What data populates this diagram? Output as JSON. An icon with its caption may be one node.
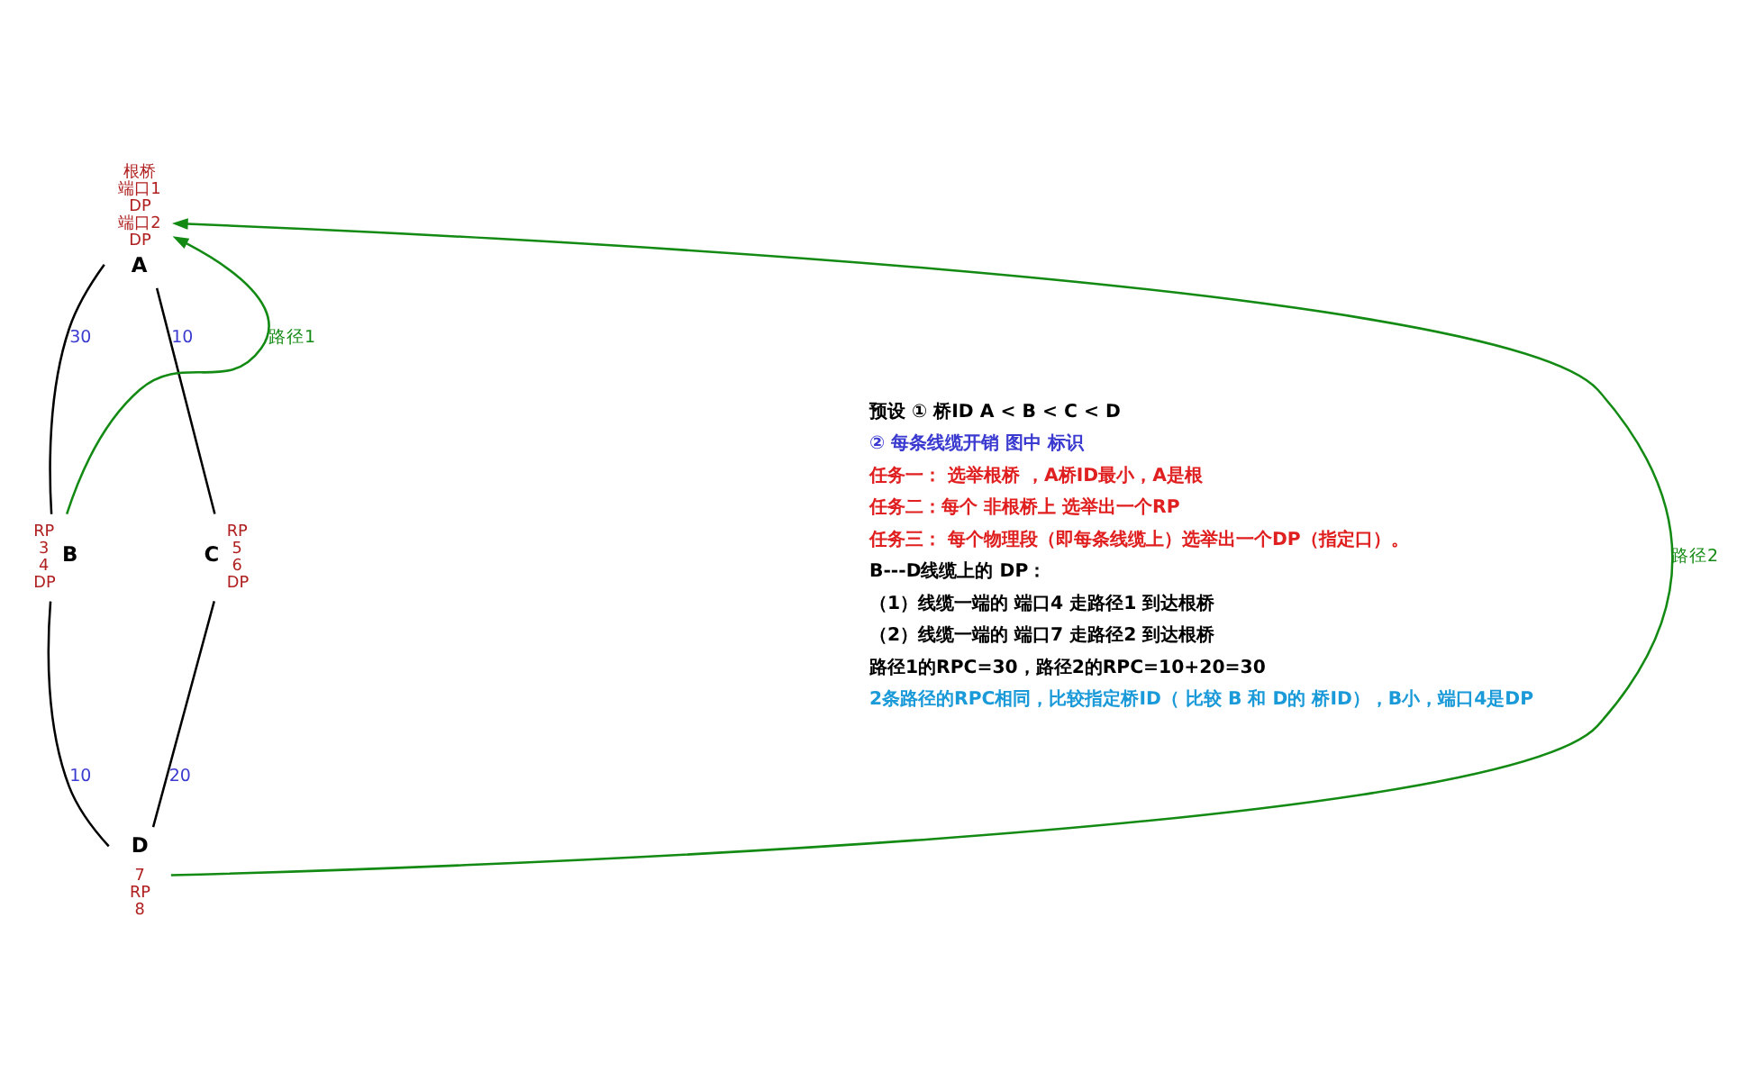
{
  "diagram": {
    "nodes": [
      {
        "text": [
          "A"
        ],
        "beside": [
          "根桥",
          "端口1",
          "DP",
          "端口2",
          "DP"
        ]
      },
      {
        "text": [
          "B"
        ],
        "beside": [
          "RP",
          "3",
          "4",
          "DP"
        ]
      },
      {
        "text": [
          "C"
        ],
        "beside": [
          "RP",
          "5",
          "6",
          "DP"
        ]
      },
      {
        "text": [
          "D"
        ],
        "beside": [
          "7",
          "RP",
          "8"
        ]
      }
    ],
    "edges": [
      {
        "from": 0,
        "to": 1,
        "arrow": "none",
        "label": "30"
      },
      {
        "from": 0,
        "to": 2,
        "arrow": "none",
        "label": "10"
      },
      {
        "from": 1,
        "to": 3,
        "arrow": "none",
        "label": "10"
      },
      {
        "from": 2,
        "to": 3,
        "arrow": "none",
        "label": "20"
      },
      {
        "from": 1,
        "to": 0,
        "arrow": "to",
        "label": "路径1",
        "color": "#138a13"
      },
      {
        "from": 3,
        "to": 0,
        "arrow": "to",
        "label": "路径2",
        "color": "#138a13"
      }
    ],
    "labels": [
      "预设 ① 桥ID A < B < C < D",
      "② 每条线缆开销 图中 标识",
      "任务一： 选举根桥 ，A桥ID最小，A是根",
      "任务二：每个 非根桥上 选举出一个RP",
      "任务三： 每个物理段（即每条线缆上）选举出一个DP（指定口）。",
      "B---D线缆上的 DP：",
      "（1）线缆一端的 端口4 走路径1 到达根桥",
      "（2）线缆一端的 端口7 走路径2 到达根桥",
      "路径1的RPC=30，路径2的RPC=10+20=30",
      "2条路径的RPC相同，比较指定桥ID（ 比较 B 和 D的 桥ID），B小，端口4是DP"
    ]
  }
}
